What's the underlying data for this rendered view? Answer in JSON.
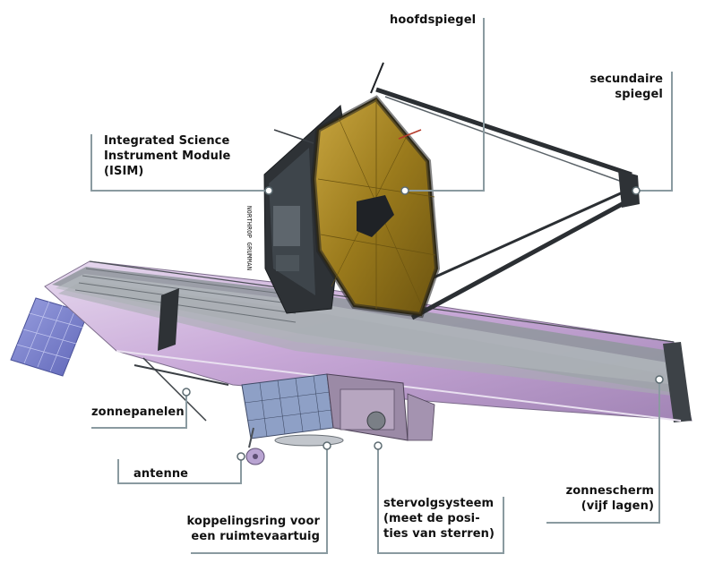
{
  "labels": {
    "primary_mirror": "hoofdspiegel",
    "secondary_mirror": [
      "secundaire",
      "spiegel"
    ],
    "isim": [
      "Integrated Science",
      "Instrument Module",
      "(ISIM)"
    ],
    "solar_panels": "zonnepanelen",
    "antenna": "antenne",
    "docking_ring": [
      "koppelingsring voor",
      "een ruimtevaartuig"
    ],
    "star_tracker": [
      "stervolgsysteem",
      "(meet de posi-",
      "ties van sterren)"
    ],
    "sunshield": [
      "zonnescherm",
      "(vijf lagen)"
    ]
  },
  "credit": "NORTHROP GRUMMAN",
  "colors": {
    "leader": "#8a9aa0",
    "mirror_gold": "#9a7a1c",
    "sunshield_pink": "#c9a9d8",
    "panel_blue": "#7f86d0"
  }
}
